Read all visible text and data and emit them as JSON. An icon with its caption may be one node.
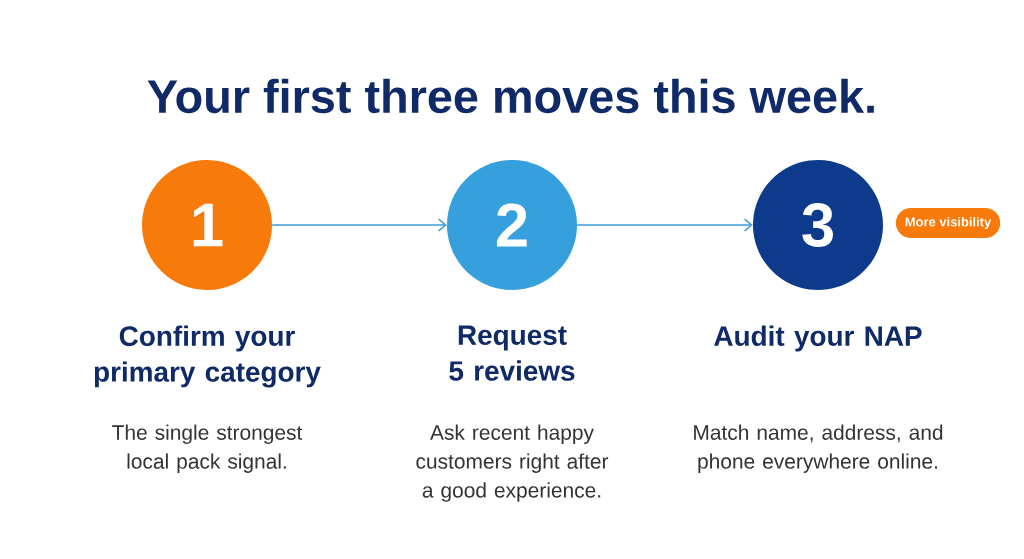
{
  "diagram": {
    "title": "Your first three moves this week.",
    "nodes": [
      {
        "text": [
          "1"
        ],
        "beside": [
          "Confirm your primary category",
          "The single strongest local pack signal."
        ]
      },
      {
        "text": [
          "2"
        ],
        "beside": [
          "Request 5 reviews",
          "Ask recent happy customers right after a good experience."
        ]
      },
      {
        "text": [
          "3"
        ],
        "beside": [
          "Audit your NAP",
          "Match name, address, and phone everywhere online."
        ]
      },
      {
        "text": [
          "More visibility"
        ]
      }
    ],
    "edges": [
      {
        "from": 0,
        "to": 1,
        "arrow": "to"
      },
      {
        "from": 1,
        "to": 2,
        "arrow": "to"
      }
    ]
  }
}
